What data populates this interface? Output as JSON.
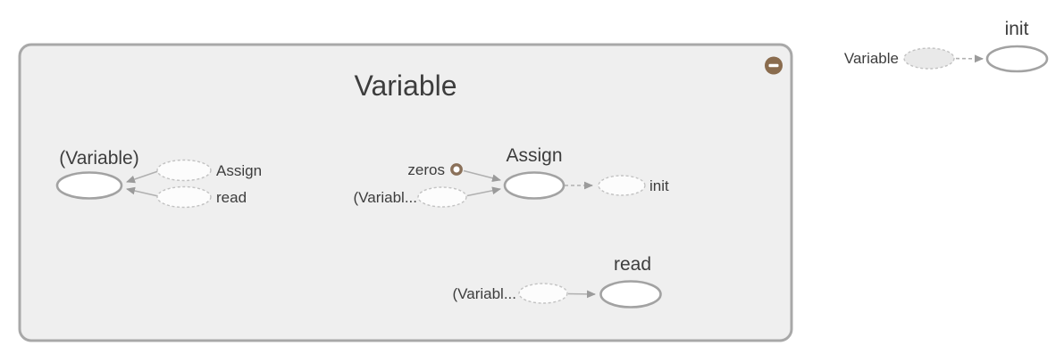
{
  "colors": {
    "page_bg": "#ffffff",
    "group_fill": "#efefef",
    "group_stroke": "#a8a8a8",
    "node_fill": "#ffffff",
    "node_stroke": "#a2a2a2",
    "annotation_fill": "#fcfcfc",
    "annotation_fill_external": "#e9e9e9",
    "annotation_stroke": "#c2c2c2",
    "edge_stroke": "#b0b0b0",
    "arrowhead": "#9b9b9b",
    "text": "#3d3d3d",
    "collapse_button": "#8a6c4e",
    "collapse_icon": "#ffffff",
    "const_stroke": "#8a7059"
  },
  "namespace": {
    "title": "Variable",
    "collapse_button_icon": "minus-icon"
  },
  "nodes": {
    "variable": {
      "label": "(Variable)",
      "annotations": {
        "assign": {
          "label": "Assign"
        },
        "read": {
          "label": "read"
        }
      }
    },
    "assign": {
      "label": "Assign",
      "annotations": {
        "zeros": {
          "label": "zeros"
        },
        "variable_in": {
          "label": "(Variabl..."
        },
        "init_out": {
          "label": "init"
        }
      }
    },
    "read": {
      "label": "read",
      "annotations": {
        "variable_in": {
          "label": "(Variabl..."
        }
      }
    },
    "init": {
      "label": "init",
      "annotations": {
        "variable_in": {
          "label": "Variable"
        }
      }
    }
  }
}
